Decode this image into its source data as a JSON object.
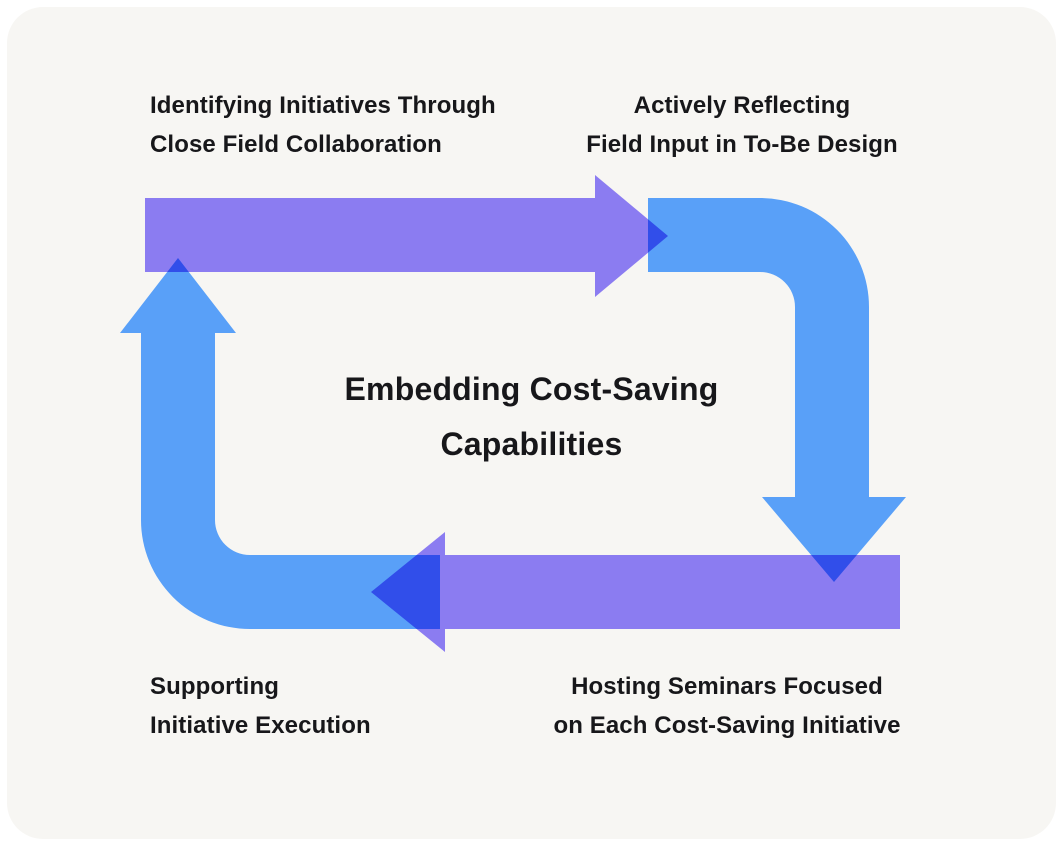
{
  "title": {
    "line1": "Embedding Cost-Saving",
    "line2": "Capabilities"
  },
  "steps": {
    "top_left": {
      "line1": "Identifying Initiatives Through",
      "line2": "Close Field Collaboration"
    },
    "top_right": {
      "line1": "Actively Reflecting",
      "line2": "Field Input in To-Be Design"
    },
    "bottom_right": {
      "line1": "Hosting Seminars Focused",
      "line2": "on Each Cost-Saving Initiative"
    },
    "bottom_left": {
      "line1": "Supporting",
      "line2": "Initiative Execution"
    }
  },
  "colors": {
    "purple": "#8b7cf1",
    "blue": "#59a0f8",
    "card_bg": "#f7f6f3",
    "text": "#17171a"
  }
}
